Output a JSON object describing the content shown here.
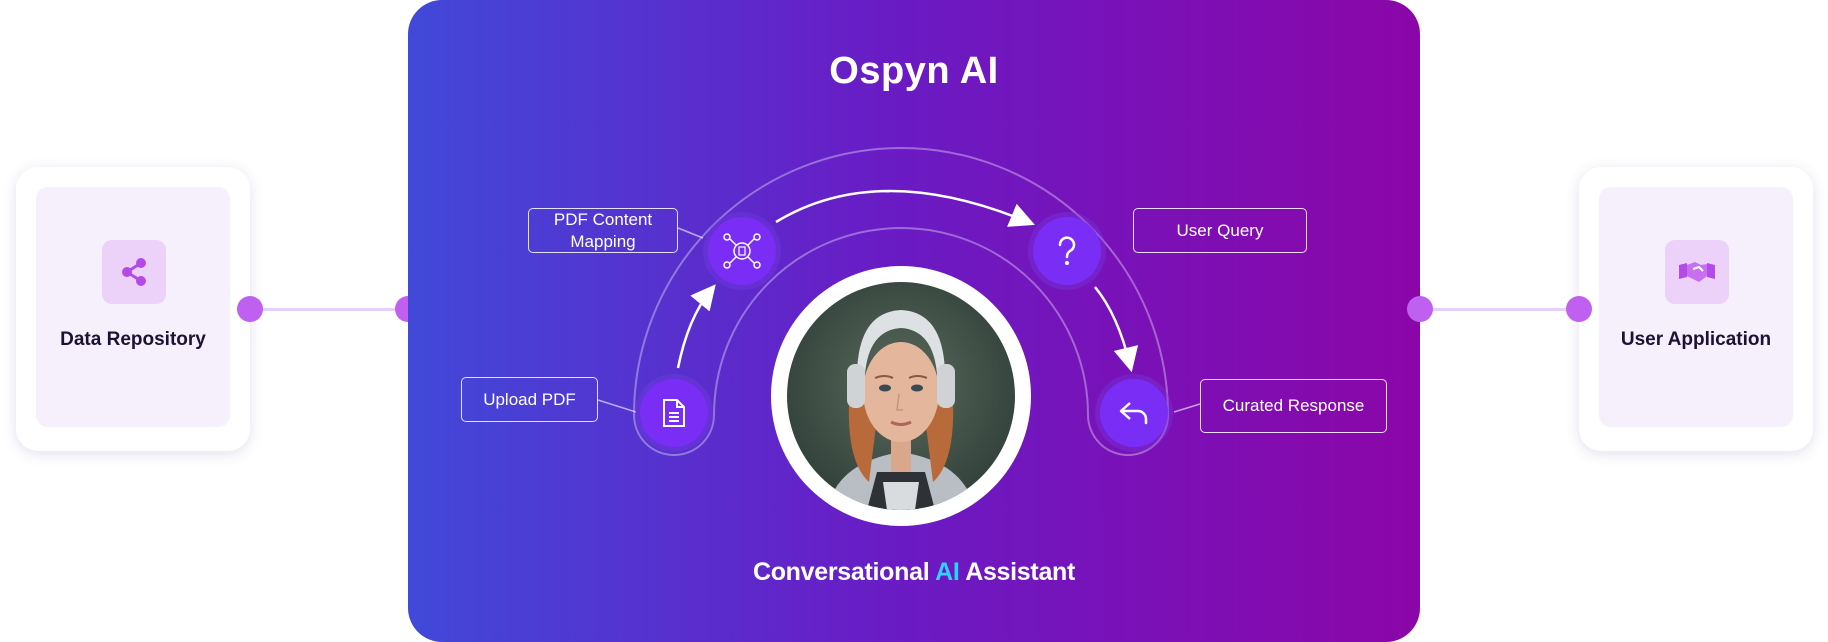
{
  "main": {
    "title": "Ospyn AI",
    "subtitle_part1": "Conversational ",
    "subtitle_highlight": "AI",
    "subtitle_part2": " Assistant"
  },
  "left_card": {
    "title": "Data Repository",
    "icon": "share-nodes-icon"
  },
  "right_card": {
    "title": "User Application",
    "icon": "handshake-icon"
  },
  "steps": {
    "upload": {
      "label": "Upload PDF",
      "icon": "document-icon"
    },
    "mapping": {
      "label_line1": "PDF Content",
      "label_line2": "Mapping",
      "icon": "network-icon"
    },
    "query": {
      "label": "User Query",
      "icon": "question-icon"
    },
    "response": {
      "label": "Curated Response",
      "icon": "reply-icon"
    }
  },
  "colors": {
    "gradient_start": "#4149d9",
    "gradient_end": "#8b06a8",
    "node": "#7a2df5",
    "connector_dot": "#c060f0",
    "highlight": "#2fd3ff"
  }
}
